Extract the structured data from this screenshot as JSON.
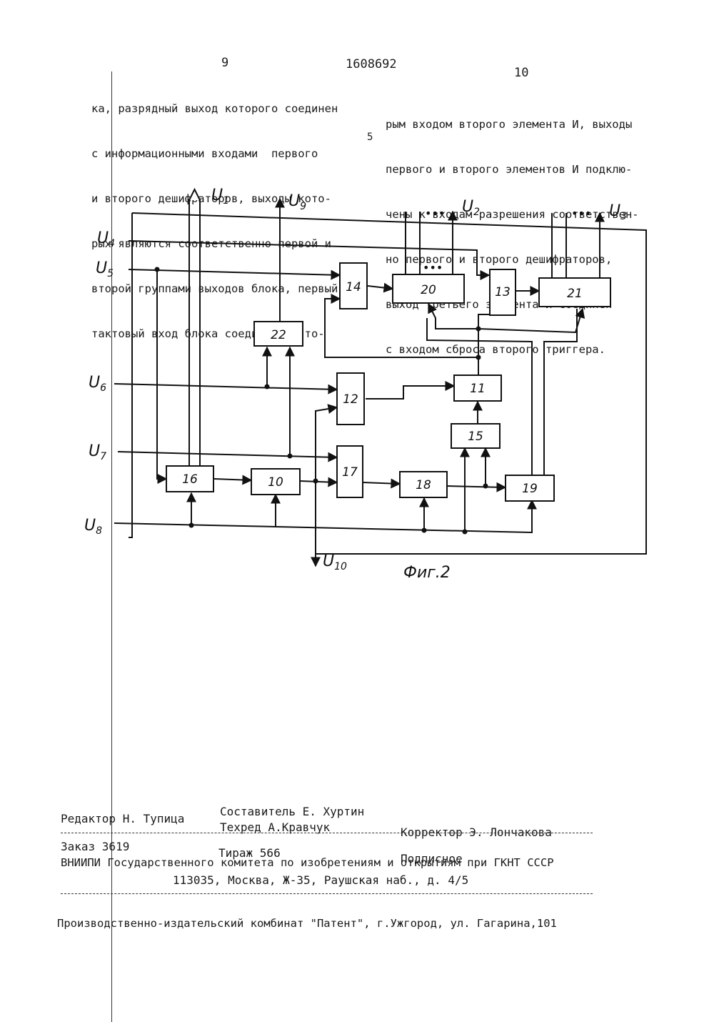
{
  "header": {
    "page_left": "9",
    "patent_number": "1608692",
    "page_right": "10"
  },
  "left_column": [
    "ка, разрядный выход которого соединен",
    "с информационными входами  первого",
    "и второго дешифраторов, выходы кото-",
    "рых являются соответственно первой и",
    "второй группами выходов блока, первый",
    "тактовый вход блока соединен с вто-"
  ],
  "line_marker": "5",
  "right_column": [
    "рым входом второго элемента И, выходы",
    "первого и второго элементов И подклю-",
    "чены к входам разрешения соответствен-",
    "но первого и второго дешифраторов,",
    "выход третьего элемента И соединен",
    "с входом сброса второго триггера."
  ],
  "figure": {
    "caption": "Фиг.2",
    "signals": {
      "u1": "U",
      "u1_sub": "1",
      "u2": "U",
      "u2_sub": "2",
      "u3": "U",
      "u3_sub": "3",
      "u4": "U",
      "u4_sub": "4",
      "u5": "U",
      "u5_sub": "5",
      "u6": "U",
      "u6_sub": "6",
      "u7": "U",
      "u7_sub": "7",
      "u8": "U",
      "u8_sub": "8",
      "u9": "U",
      "u9_sub": "9",
      "u10": "U",
      "u10_sub": "10"
    },
    "blocks": {
      "b10": "10",
      "b11": "11",
      "b12": "12",
      "b13": "13",
      "b14": "14",
      "b15": "15",
      "b16": "16",
      "b17": "17",
      "b18": "18",
      "b19": "19",
      "b20": "20",
      "b21": "21",
      "b22": "22"
    },
    "ellipsis": "•••"
  },
  "colophon": {
    "editor": "Редактор Н. Тупица",
    "compiler": "Составитель Е. Хуртин",
    "techred": "Техред  А.Кравчук",
    "corrector": "Корректор  Э. Лончакова",
    "order": "Заказ 3619",
    "circulation": "Тираж 566",
    "subscription": "Подписное",
    "institute": "ВНИИПИ Государственного комитета по изобретениям и открытиям при ГКНТ СССР",
    "address": "113035, Москва, Ж-35, Раушская наб., д. 4/5",
    "printer": "Производственно-издательский комбинат \"Патент\", г.Ужгород, ул. Гагарина,101"
  }
}
